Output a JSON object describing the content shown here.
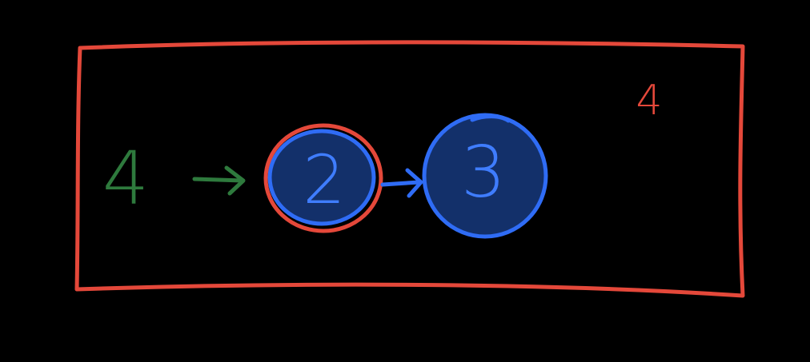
{
  "diagram": {
    "outer_label": "4",
    "input_value": "4",
    "nodes": [
      {
        "id": "node-a",
        "value": "2",
        "highlighted": true
      },
      {
        "id": "node-b",
        "value": "3",
        "highlighted": false
      }
    ],
    "colors": {
      "background": "#000000",
      "frame": "#e4483a",
      "highlight": "#e4483a",
      "outer_label": "#e4483a",
      "input": "#2e7a3d",
      "node_fill": "#13306a",
      "node_stroke": "#2f6cf5",
      "node_text": "#3f7dff",
      "arrow_input": "#2e7a3d",
      "arrow_link": "#2f6cf5"
    }
  }
}
